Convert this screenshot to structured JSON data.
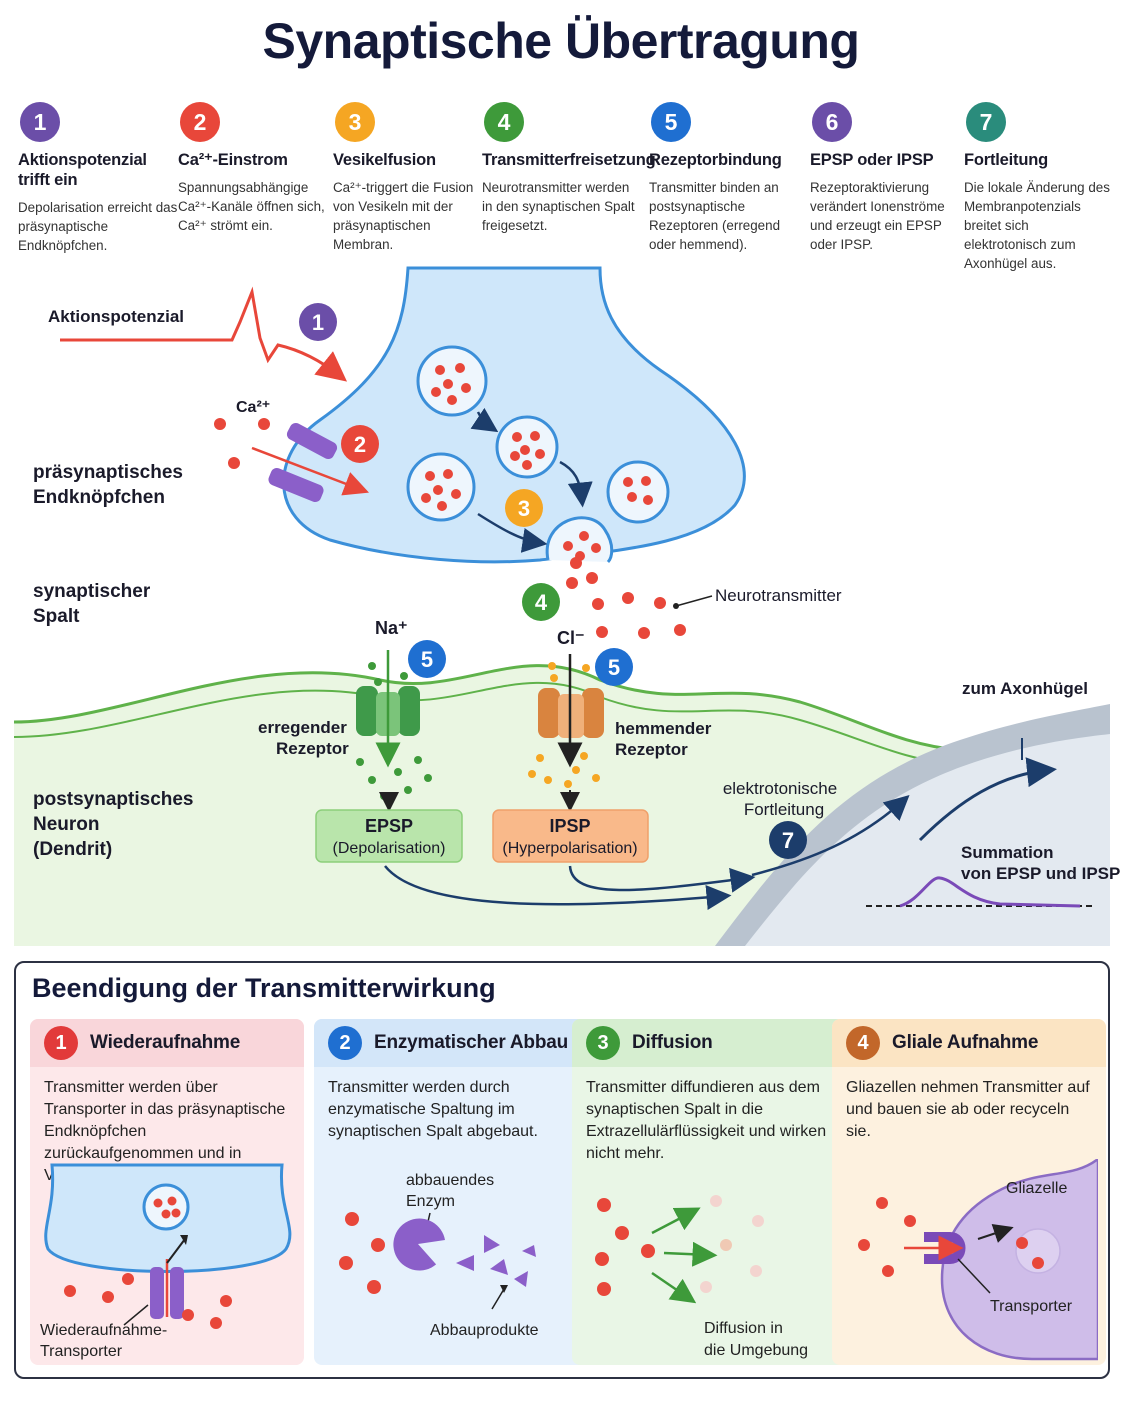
{
  "title": "Synaptische Übertragung",
  "steps": [
    {
      "num": "1",
      "title": "Aktionspotenzial trifft ein",
      "desc": "Depolarisation erreicht das präsynaptische Endknöpfchen.",
      "color": "#6b4ea8"
    },
    {
      "num": "2",
      "title": "Ca²⁺-Einstrom",
      "desc": "Spannungsabhängige Ca²⁺-Kanäle öffnen sich, Ca²⁺ strömt ein.",
      "color": "#e8473a"
    },
    {
      "num": "3",
      "title": "Vesikelfusion",
      "desc": "Ca²⁺-triggert die Fusion von Vesikeln mit der präsynaptischen Membran.",
      "color": "#f5a623"
    },
    {
      "num": "4",
      "title": "Transmitterfreisetzung",
      "desc": "Neurotransmitter werden in den synaptischen Spalt freigesetzt.",
      "color": "#3e9a3a"
    },
    {
      "num": "5",
      "title": "Rezeptorbindung",
      "desc": "Transmitter binden an postsynaptische Rezeptoren (erregend oder hemmend).",
      "color": "#1f6fd1"
    },
    {
      "num": "6",
      "title": "EPSP oder IPSP",
      "desc": "Rezeptoraktivierung verändert Ionenströme und erzeugt ein EPSP oder IPSP.",
      "color": "#6b4ea8"
    },
    {
      "num": "7",
      "title": "Fortleitung",
      "desc": "Die lokale Änderung des Membranpotenzials breitet sich elektrotonisch zum Axonhügel aus.",
      "color": "#2a8c7c"
    }
  ],
  "diagram": {
    "aktionspotenzial": "Aktionspotenzial",
    "ca": "Ca²⁺",
    "praesyn_1": "präsynaptisches",
    "praesyn_2": "Endknöpfchen",
    "spalt_1": "synaptischer",
    "spalt_2": "Spalt",
    "neurotransmitter": "Neurotransmitter",
    "na": "Na⁺",
    "cl": "Cl⁻",
    "erregend_1": "erregender",
    "erregend_2": "Rezeptor",
    "hemmend_1": "hemmender",
    "hemmend_2": "Rezeptor",
    "postsyn_1": "postsynaptisches",
    "postsyn_2": "Neuron",
    "postsyn_3": "(Dendrit)",
    "epsp": "EPSP",
    "epsp_sub": "(Depolarisation)",
    "ipsp": "IPSP",
    "ipsp_sub": "(Hyperpolarisation)",
    "elektro_1": "elektrotonische",
    "elektro_2": "Fortleitung",
    "axonhuegel": "zum Axonhügel",
    "summation_1": "Summation",
    "summation_2": "von EPSP und IPSP",
    "n1": "1",
    "n2": "2",
    "n3": "3",
    "n4": "4",
    "n5a": "5",
    "n5b": "5",
    "n7": "7"
  },
  "termination": {
    "title": "Beendigung der Transmitterwirkung",
    "cards": [
      {
        "num": "1",
        "title": "Wiederaufnahme",
        "desc": "Transmitter werden über Transporter in das präsynaptische Endknöpfchen zurückaufgenommen und in Vesikel verpackt.",
        "bg": "#fde8ea",
        "head": "#f9d6da",
        "color": "#e23a3a"
      },
      {
        "num": "2",
        "title": "Enzymatischer Abbau",
        "desc": "Transmitter werden durch enzymatische Spaltung im synaptischen Spalt abgebaut.",
        "bg": "#e6f1fc",
        "head": "#d3e6f9",
        "color": "#1f6fd1"
      },
      {
        "num": "3",
        "title": "Diffusion",
        "desc": "Transmitter diffundieren aus dem synaptischen Spalt in die Extrazellulärflüssigkeit und wirken nicht mehr.",
        "bg": "#e9f6e6",
        "head": "#d6eed0",
        "color": "#3e9a3a"
      },
      {
        "num": "4",
        "title": "Gliale Aufnahme",
        "desc": "Gliazellen nehmen Transmitter auf und bauen sie ab oder recyceln sie.",
        "bg": "#fdf1df",
        "head": "#fbe4c3",
        "color": "#c2672a"
      }
    ],
    "labels": {
      "transporter_1": "Wiederaufnahme-",
      "transporter_2": "Transporter",
      "enzym_1": "abbauendes",
      "enzym_2": "Enzym",
      "abbauprodukte": "Abbauprodukte",
      "diffusion_1": "Diffusion in",
      "diffusion_2": "die Umgebung",
      "gliazelle": "Gliazelle",
      "transporter": "Transporter"
    }
  }
}
